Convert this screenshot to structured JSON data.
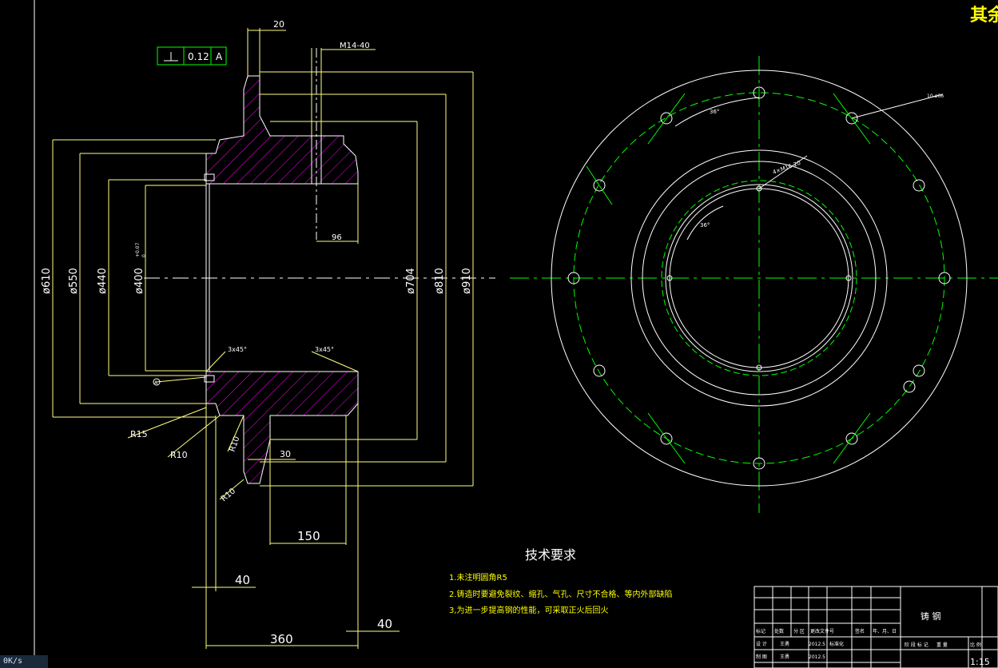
{
  "title_corner": "其余",
  "tolerance_frame": {
    "value": "0.12",
    "datum": "A"
  },
  "section_view": {
    "dims": {
      "top_width": "20",
      "thread": "M14-40",
      "d610": "ø610",
      "d550": "ø550",
      "d440": "ø440",
      "d400": "ø400",
      "d400_tol": "+0.07",
      "d400_tol_low": "0",
      "d704": "ø704",
      "d810": "ø810",
      "d910": "ø910",
      "hole_depth": "96",
      "chamfer_left": "3x45°",
      "chamfer_right": "3x45°",
      "r15": "R15",
      "r10_a": "R10",
      "r10_b": "R10",
      "r10_c": "R10",
      "web_width": "30",
      "w150": "150",
      "w40_left": "40",
      "w40_right": "40",
      "w360": "360",
      "datum": "A"
    }
  },
  "plan_view": {
    "labels": {
      "angle_big": "36°",
      "angle_inner": "36°",
      "holes_outer": "10-ø66",
      "holes_inner": "4×M16-20"
    }
  },
  "notes": {
    "heading": "技术要求",
    "items": [
      "1.未注明圆角R5",
      "2.铸造时要避免裂纹、缩孔、气孔、尺寸不合格、等内外部缺陷",
      "3,为进一步提高钢的性能，可采取正火后回火"
    ]
  },
  "title_block": {
    "part_name": "铸 钢",
    "cells": [
      "标记",
      "处数",
      "分 区",
      "更改文件号",
      "签名",
      "年、月、日"
    ],
    "row_design": [
      "设 计",
      "王勇",
      "2012.5",
      "标准化"
    ],
    "row_draw": [
      "制 图",
      "王勇",
      "2012.5"
    ],
    "stage_header": [
      "阶 段 标 记",
      "重 量",
      "比 例"
    ],
    "scale": "1:15"
  },
  "status": {
    "speed": "0K/s"
  }
}
